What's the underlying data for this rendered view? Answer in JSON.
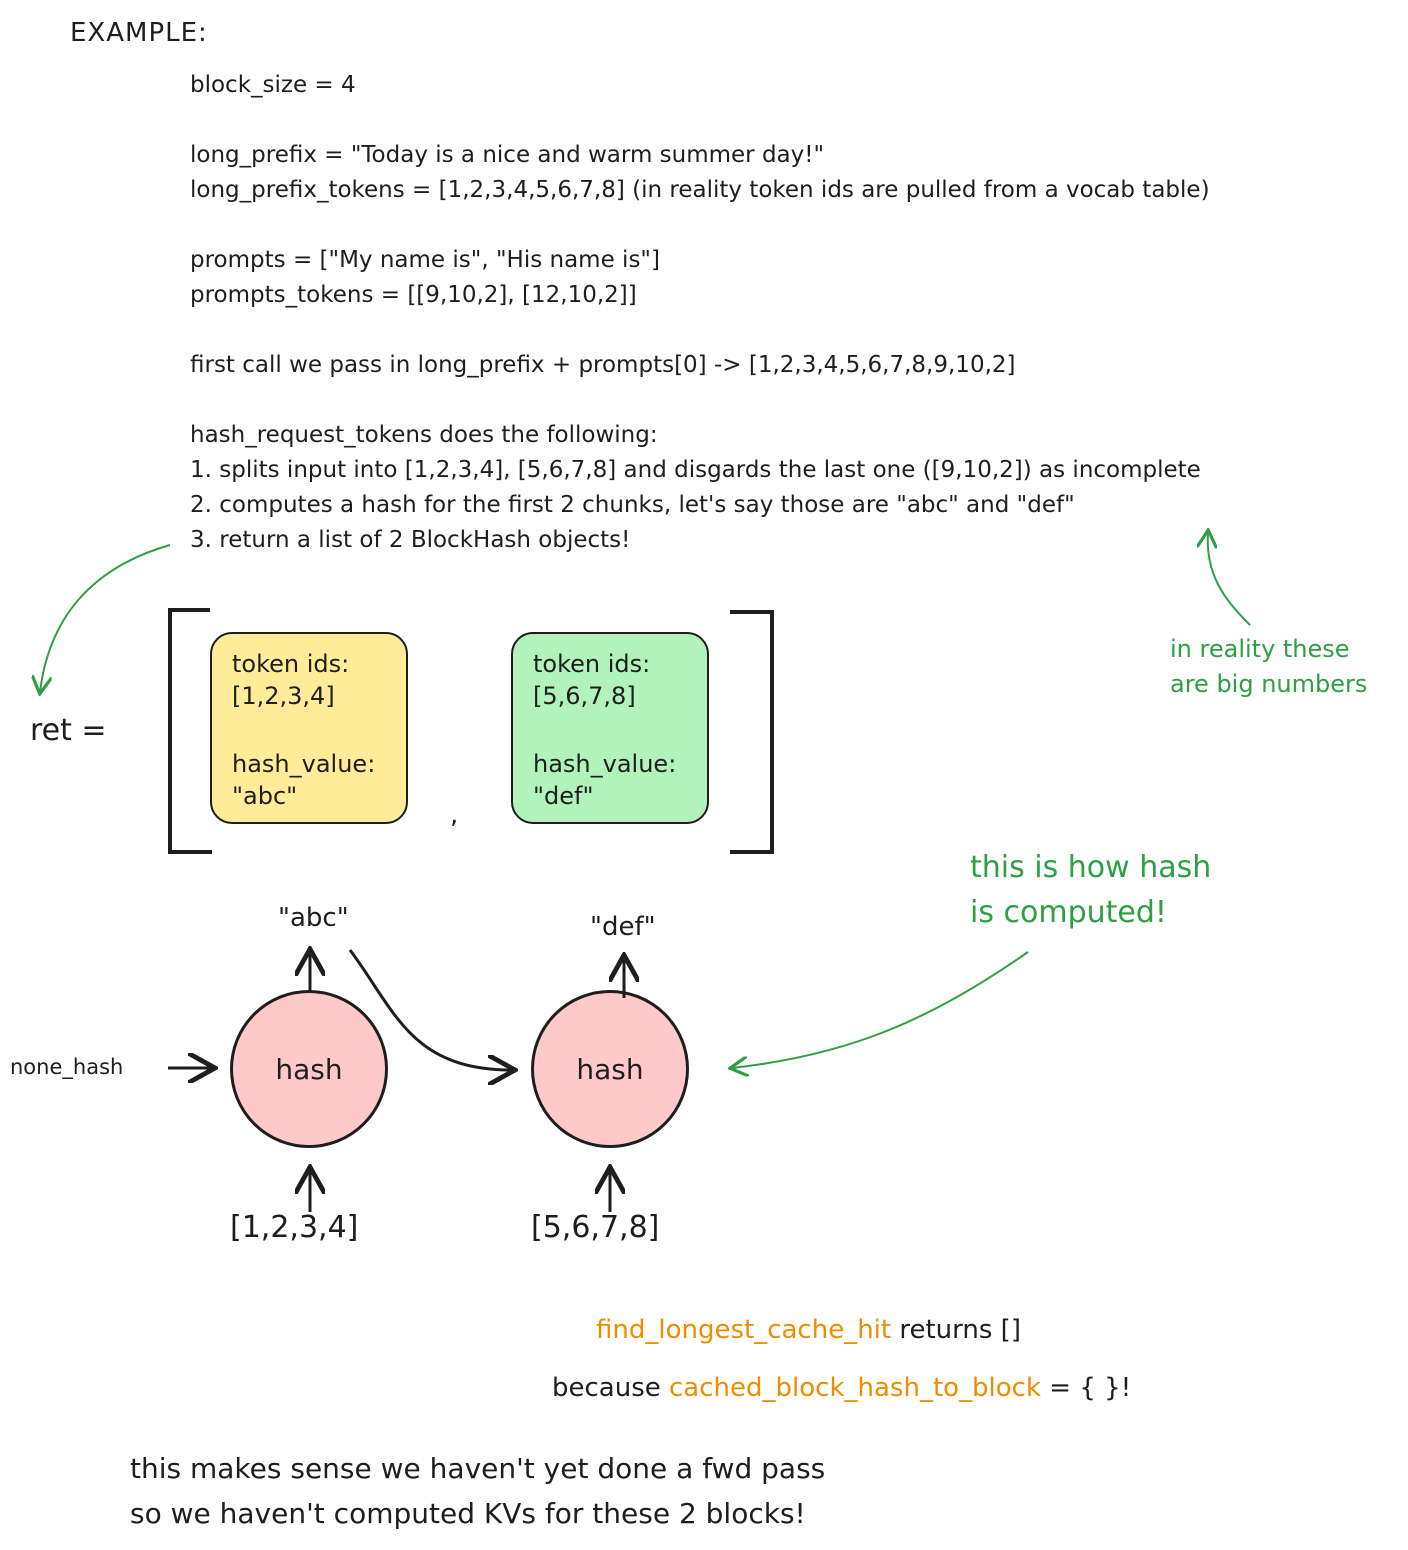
{
  "heading": "EXAMPLE:",
  "code_lines": [
    "block_size = 4",
    "long_prefix = \"Today is a nice and warm summer day!\"",
    "long_prefix_tokens = [1,2,3,4,5,6,7,8] (in reality token ids are pulled from a vocab table)",
    "prompts = [\"My name is\", \"His name is\"]",
    "prompts_tokens = [[9,10,2], [12,10,2]]",
    "first call we pass in long_prefix + prompts[0] -> [1,2,3,4,5,6,7,8,9,10,2]",
    "hash_request_tokens does the following:",
    "1. splits input into [1,2,3,4], [5,6,7,8] and disgards the last one ([9,10,2]) as incomplete",
    "2. computes a hash for the first 2 chunks, let's say those are \"abc\" and \"def\"",
    "3. return a list of 2 BlockHash objects!"
  ],
  "ret_label": "ret =",
  "separator": ",",
  "blocks": [
    {
      "token_label": "token ids:",
      "tokens": "[1,2,3,4]",
      "hash_label": "hash_value:",
      "hash": "\"abc\"",
      "color": "#ffec99"
    },
    {
      "token_label": "token ids:",
      "tokens": "[5,6,7,8]",
      "hash_label": "hash_value:",
      "hash": "\"def\"",
      "color": "#b2f2bb"
    }
  ],
  "annotation_big_numbers": [
    "in reality these",
    "are big numbers"
  ],
  "annotation_hash": [
    "this is how hash",
    "is computed!"
  ],
  "diagram": {
    "none_hash": "none_hash",
    "node_label": "hash",
    "outputs": [
      "\"abc\"",
      "\"def\""
    ],
    "inputs": [
      "[1,2,3,4]",
      "[5,6,7,8]"
    ]
  },
  "cache": {
    "fn": "find_longest_cache_hit",
    "returns": " returns []",
    "because": "because ",
    "dict": "cached_block_hash_to_block",
    "dict_value": " = { }!"
  },
  "conclusion": [
    "this makes sense we haven't yet done a fwd pass",
    "so we haven't computed KVs for these 2 blocks!"
  ],
  "colors": {
    "annotation": "#2f9e44",
    "highlight": "#f08c00",
    "node_fill": "#ffc9c9",
    "ink": "#1e1e1e"
  }
}
